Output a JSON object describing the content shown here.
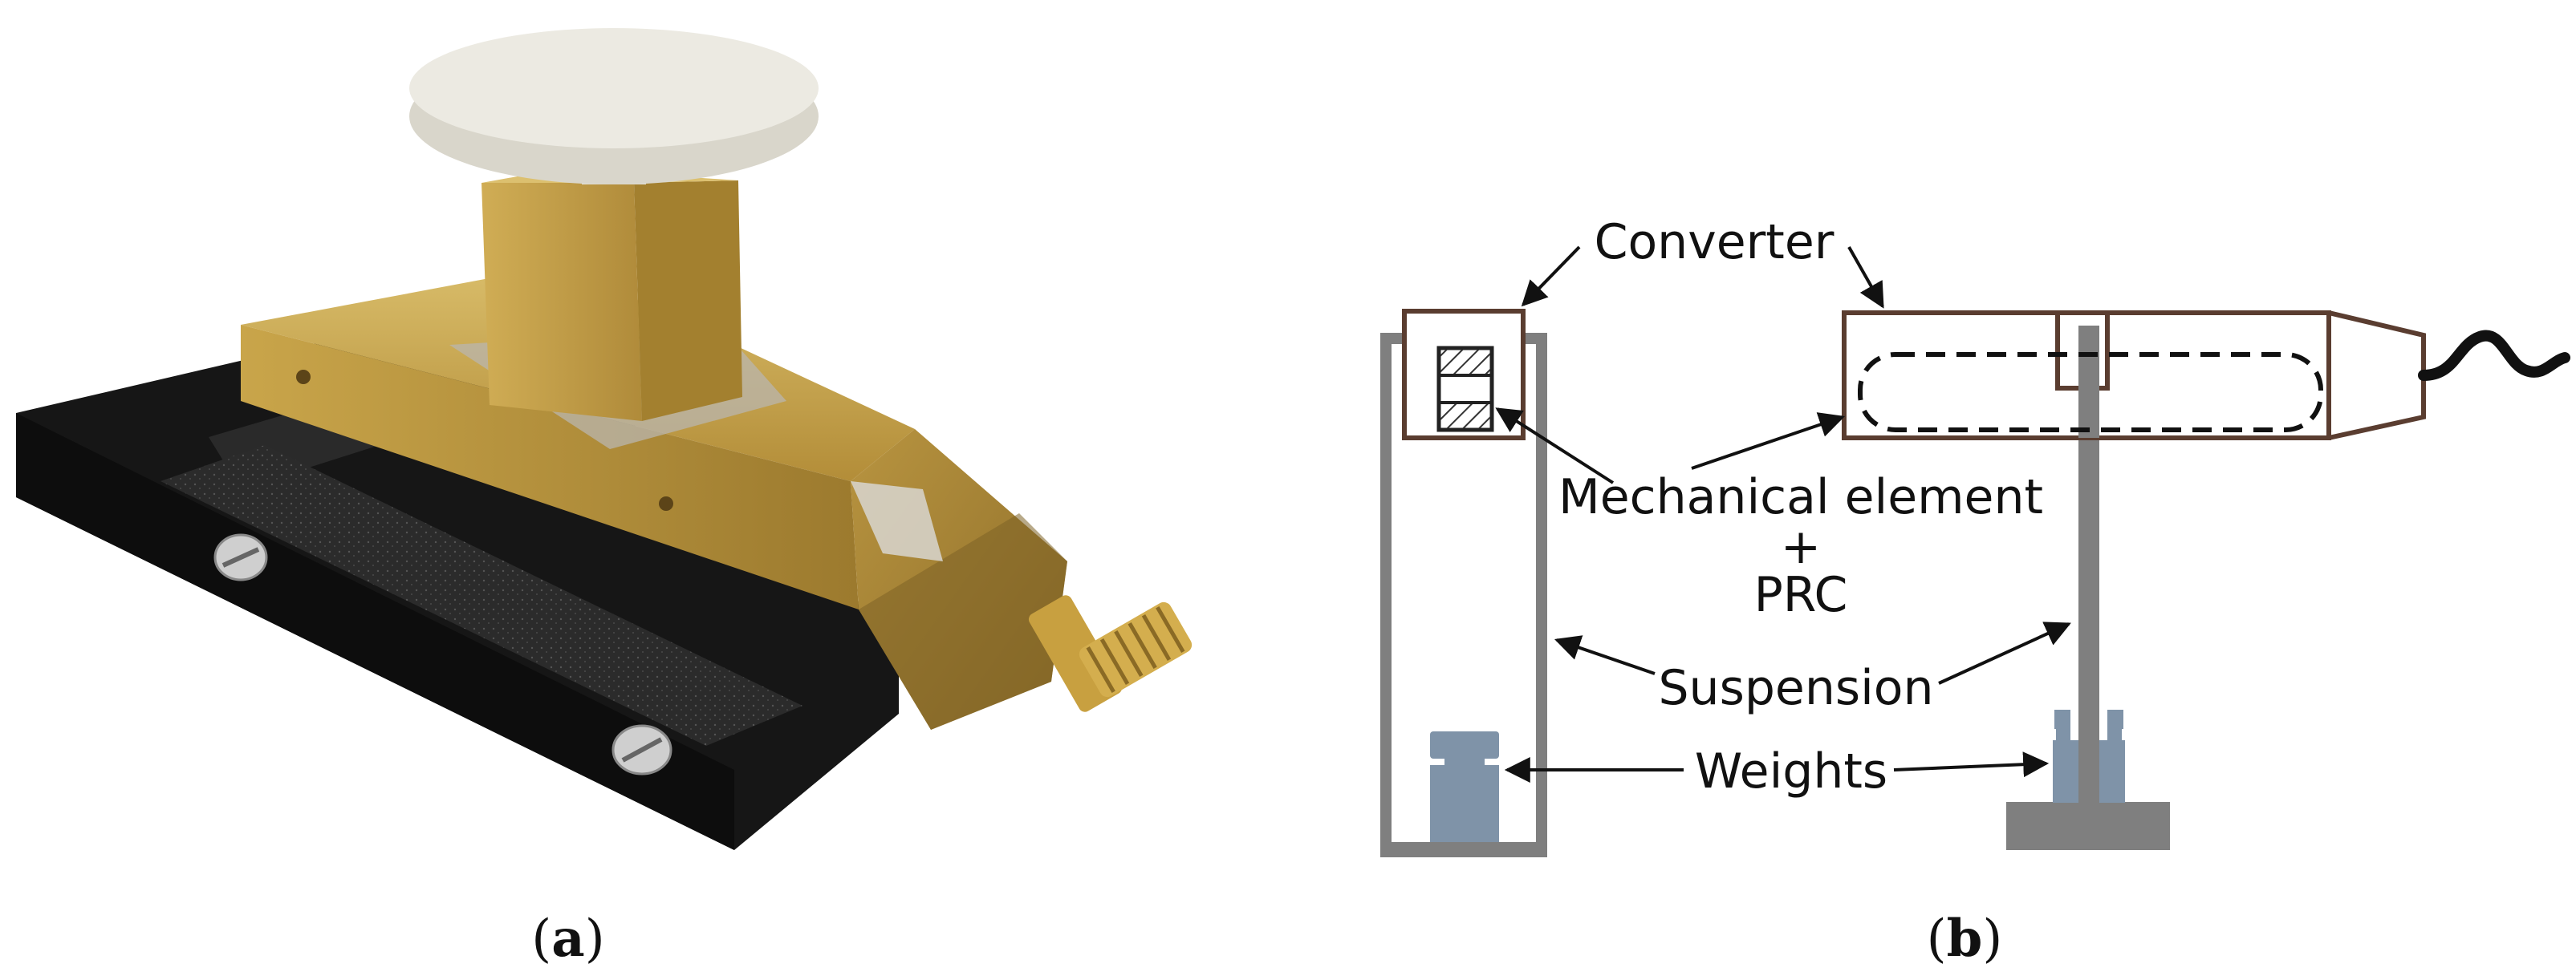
{
  "panels": [
    {
      "letter": "a",
      "open": "(",
      "close": ")"
    },
    {
      "letter": "b",
      "open": "(",
      "close": ")"
    }
  ],
  "labels": {
    "converter": "Converter",
    "mechanical_element": "Mechanical element",
    "plus": "+",
    "prc": "PRC",
    "suspension": "Suspension",
    "weights": "Weights"
  },
  "colors": {
    "converter_outline": "#5a3d30",
    "frame_gray": "#7f7f7f",
    "weight_blue": "#7f93a8",
    "brass": "#c9a54a",
    "base_black": "#1a1a1a",
    "knob_white": "#eceae2"
  }
}
